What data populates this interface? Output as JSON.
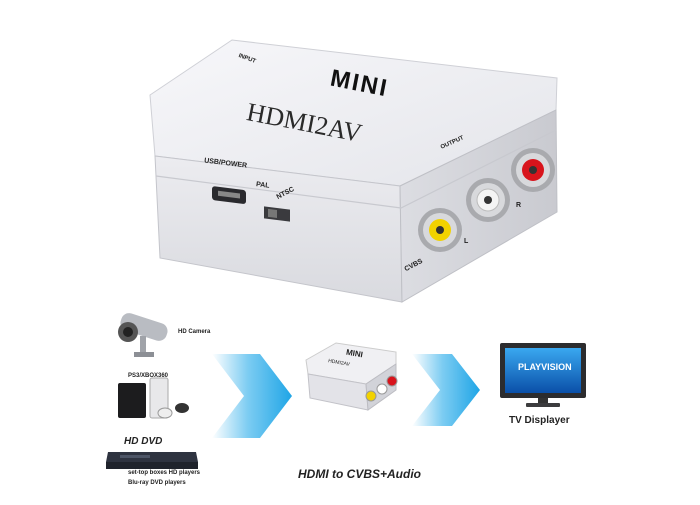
{
  "product": {
    "top_text_mini": "MINI",
    "top_text_model": "HDMI2AV",
    "input_label": "INPUT",
    "output_label": "OUTPUT",
    "usb_label": "USB/POWER",
    "pal_label": "PAL",
    "ntsc_label": "NTSC",
    "cvbs_label": "CVBS",
    "left_label": "L",
    "right_label": "R",
    "connector_colors": {
      "video": "#f2d200",
      "audio_left": "#f4f4f4",
      "audio_right": "#d8141c"
    }
  },
  "diagram": {
    "sources": {
      "hd_camera": "HD Camera",
      "consoles": "PS3/XBOX360",
      "settop": "set-top boxes HD players",
      "bluray": "Blu-ray DVD players",
      "hd_dvd_logo": "HD DVD"
    },
    "small_device_mini": "MINI",
    "small_device_model": "HDMI2AV",
    "tv_brand": "PLAYVISION",
    "tv_label": "TV Displayer",
    "caption": "HDMI to CVBS+Audio",
    "arrow_color": "#1fa5e6"
  }
}
